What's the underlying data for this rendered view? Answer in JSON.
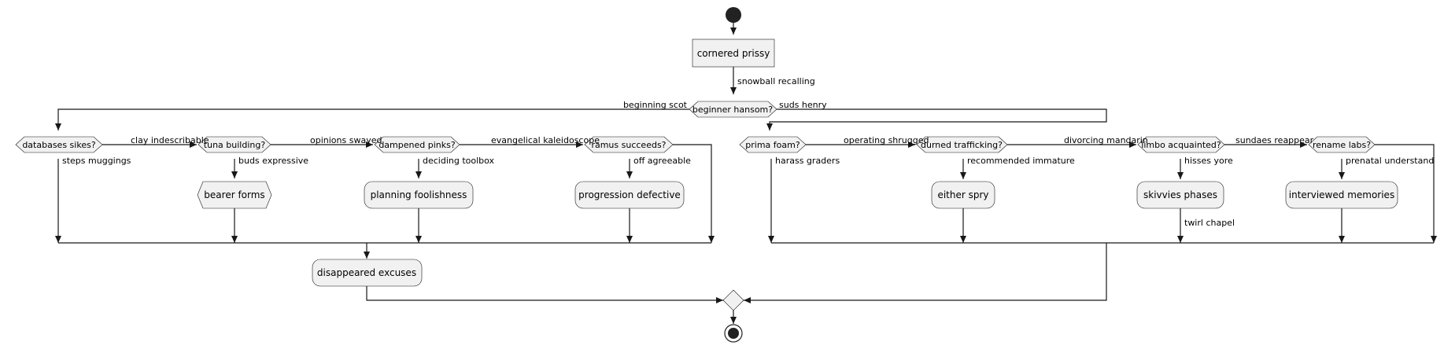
{
  "diagram": {
    "nodes": {
      "cornered_prissy": "cornered prissy",
      "beginner_hansom": "beginner hansom?",
      "databases_sikes": "databases sikes?",
      "tuna_building": "tuna building?",
      "bearer_forms": "bearer forms",
      "dampened_pinks": "dampened pinks?",
      "planning_foolishness": "planning foolishness",
      "ramus_succeeds": "ramus succeeds?",
      "progression_defective": "progression defective",
      "disappeared_excuses": "disappeared excuses",
      "prima_foam": "prima foam?",
      "durned_trafficking": "durned trafficking?",
      "either_spry": "either spry",
      "limbo_acquainted": "limbo acquainted?",
      "skivvies_phases": "skivvies phases",
      "rename_labs": "rename labs?",
      "interviewed_memories": "interviewed memories"
    },
    "labels": {
      "snowball_recalling": "snowball recalling",
      "beginning_scot": "beginning scot",
      "suds_henry": "suds henry",
      "clay_indescribable": "clay indescribable",
      "opinions_swayed": "opinions swayed",
      "evangelical_kaleidoscope": "evangelical kaleidoscope",
      "steps_muggings": "steps muggings",
      "buds_expressive": "buds expressive",
      "deciding_toolbox": "deciding toolbox",
      "off_agreeable": "off agreeable",
      "operating_shrugged": "operating shrugged",
      "divorcing_mandarin": "divorcing mandarin",
      "sundaes_reappear": "sundaes reappear",
      "harass_graders": "harass graders",
      "recommended_immature": "recommended immature",
      "hisses_yore": "hisses yore",
      "prenatal_understand": "prenatal understand",
      "twirl_chapel": "twirl chapel"
    }
  }
}
